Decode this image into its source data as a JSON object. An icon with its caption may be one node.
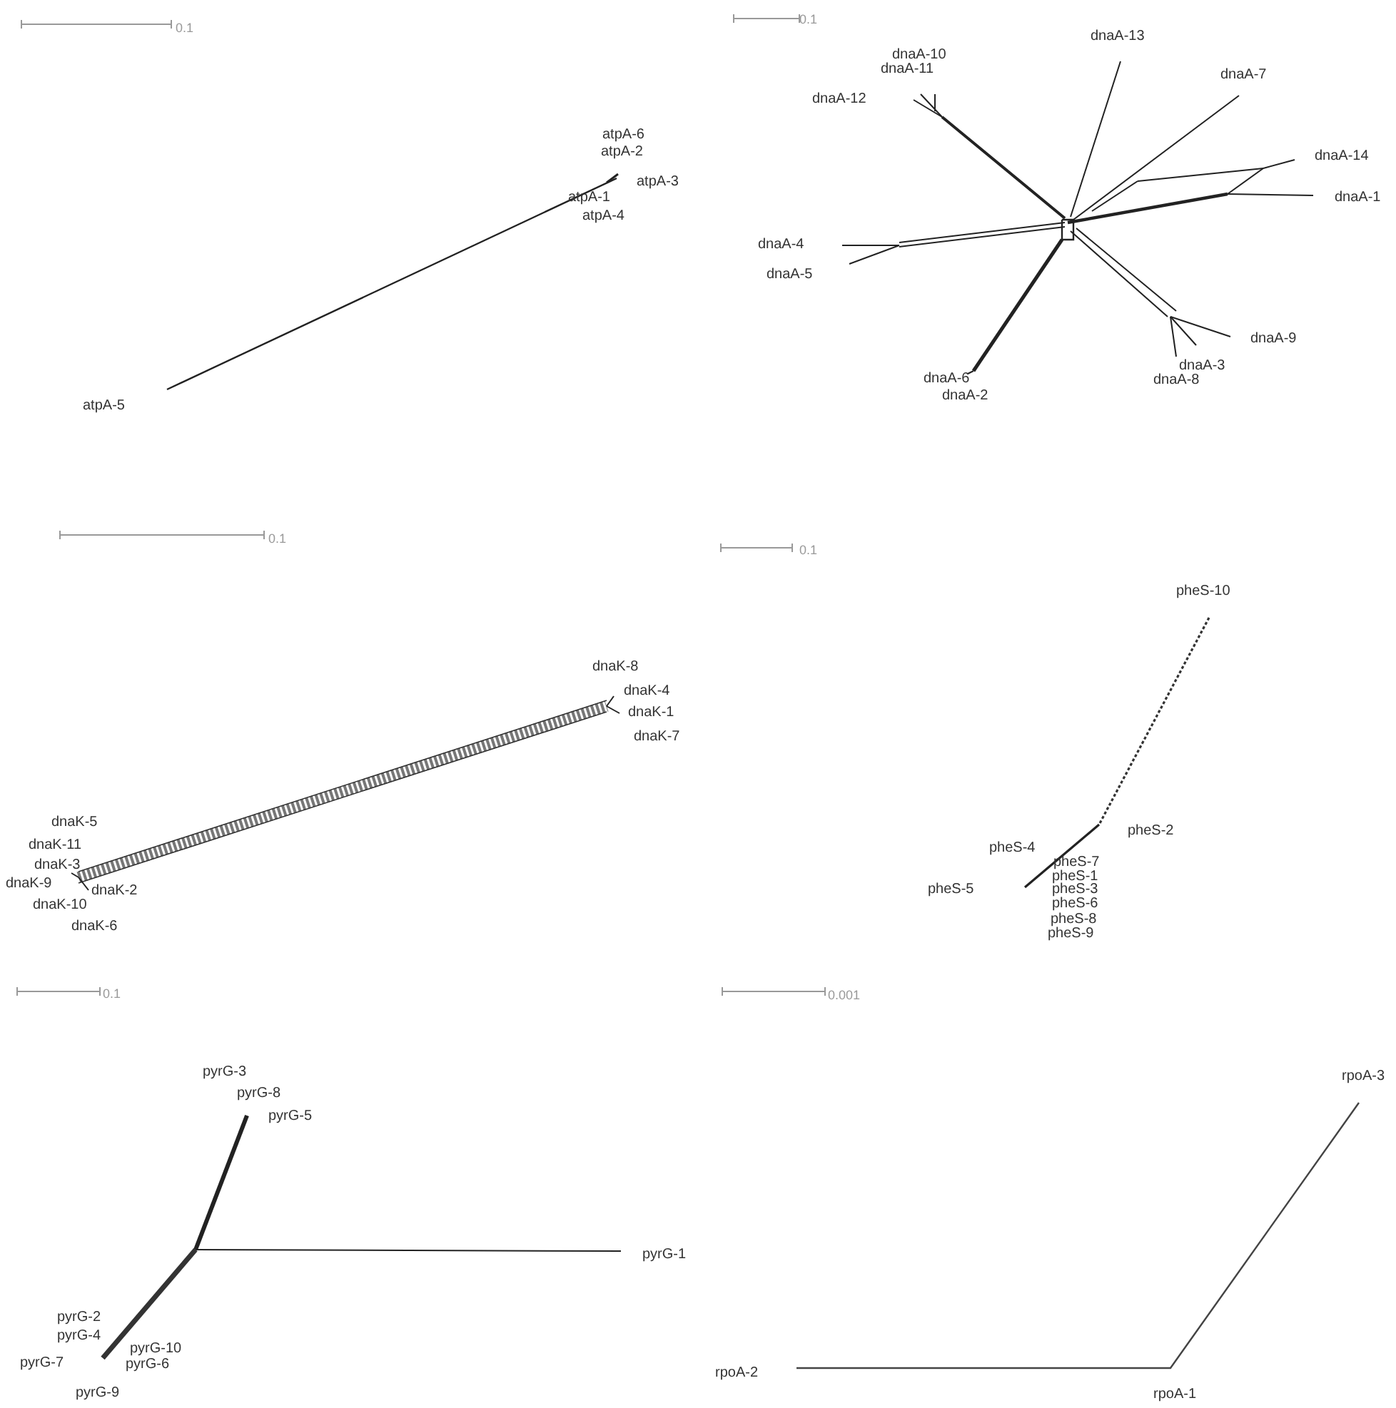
{
  "diagram": {
    "labels": [
      "0.1",
      "atpA-6",
      "atpA-2",
      "atpA-3",
      "atpA-1",
      "atpA-4",
      "atpA-5",
      "0.1",
      "dnaA-13",
      "dnaA-10",
      "dnaA-11",
      "dnaA-7",
      "dnaA-12",
      "dnaA-14",
      "dnaA-1",
      "dnaA-4",
      "dnaA-5",
      "dnaA-9",
      "dnaA-3",
      "dnaA-6",
      "dnaA-8",
      "dnaA-2",
      "0.1",
      "dnaK-8",
      "dnaK-4",
      "dnaK-1",
      "dnaK-7",
      "dnaK-5",
      "dnaK-11",
      "dnaK-3",
      "dnaK-9",
      "dnaK-2",
      "dnaK-10",
      "dnaK-6",
      "0.1",
      "pheS-10",
      "pheS-2",
      "pheS-4",
      "pheS-7",
      "pheS-1",
      "pheS-3",
      "pheS-5",
      "pheS-6",
      "pheS-8",
      "pheS-9",
      "0.1",
      "pyrG-3",
      "pyrG-8",
      "pyrG-5",
      "pyrG-1",
      "pyrG-2",
      "pyrG-4",
      "pyrG-10",
      "pyrG-7",
      "pyrG-6",
      "pyrG-9",
      "0.001",
      "rpoA-3",
      "rpoA-2",
      "rpoA-1"
    ]
  }
}
